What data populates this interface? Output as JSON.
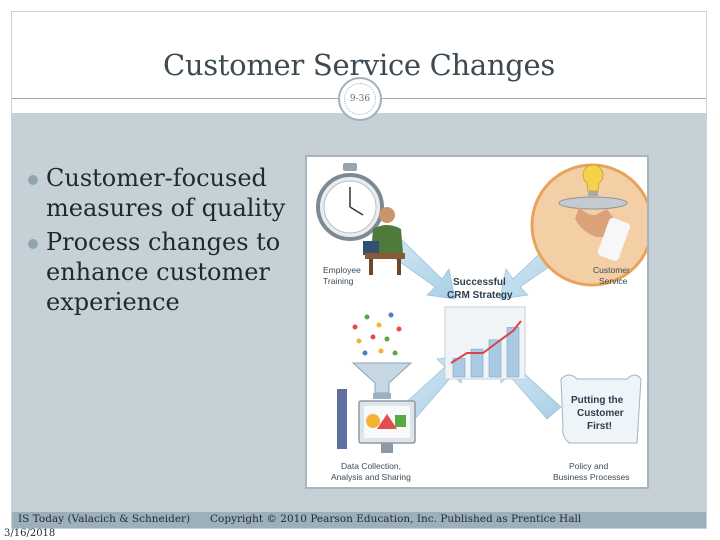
{
  "slide": {
    "title": "Customer Service Changes",
    "slide_number": "9-36"
  },
  "bullets": [
    "Customer-focused measures of quality",
    "Process changes to enhance customer experience"
  ],
  "figure": {
    "label_employee": [
      "Employee",
      "Training"
    ],
    "label_center": [
      "Successful",
      "CRM Strategy"
    ],
    "label_service": [
      "Customer",
      "Service"
    ],
    "label_data": [
      "Data Collection,",
      "Analysis and Sharing"
    ],
    "label_scroll": [
      "Putting the",
      "Customer",
      "First!"
    ],
    "label_policy": [
      "Policy and",
      "Business Processes"
    ],
    "bar_levels": [
      0.3,
      0.45,
      0.6,
      0.8
    ],
    "colors": {
      "arrow": "#a9cfe6",
      "bar_red": "#d9434a",
      "bar_blue": "#aac9e3",
      "highlight": "#e8a35a"
    }
  },
  "footer": {
    "source": "IS Today (Valacich & Schneider)",
    "date": "3/16/2018",
    "copyright": "Copyright © 2010 Pearson Education, Inc. Published as Prentice Hall"
  }
}
